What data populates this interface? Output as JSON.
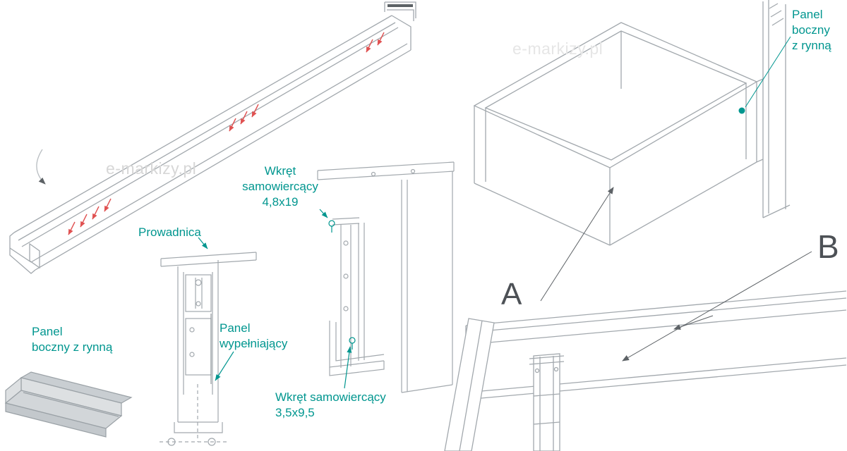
{
  "watermark": {
    "text": "e-markizy.pl"
  },
  "labels": {
    "panel_boczny_top": "Panel\nboczny\nz rynną",
    "prowadnica": "Prowadnica",
    "wkret_48x19": "Wkręt\nsamowiercący\n4,8x19",
    "panel_boczny_bottom": "Panel\nboczny z rynną",
    "panel_wypelniajacy": "Panel\nwypełniający",
    "wkret_35x95": "Wkręt samowiercący\n3,5x9,5"
  },
  "markers": {
    "a": "A",
    "b": "B"
  },
  "colors": {
    "label_teal": "#00968f",
    "line_gray": "#a2a8ad",
    "arrow_red": "#e05252",
    "marker_dark": "#4d5156",
    "watermark_gray": "#d7d7d7"
  }
}
